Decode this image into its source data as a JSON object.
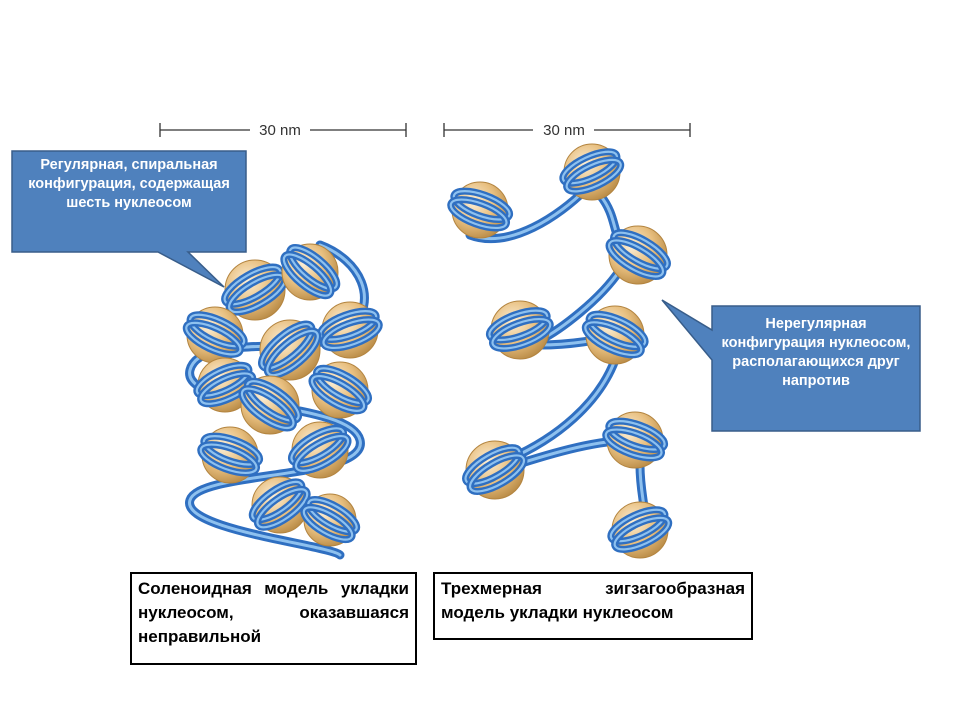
{
  "scale_bars": {
    "left": "30 nm",
    "right": "30 nm"
  },
  "callouts": {
    "regular_label": "Регулярная, спиральная конфигурация, содержащая шесть нуклеосом",
    "irregular_label": "Нерегулярная конфигурация нуклеосом, располагающихся друг напротив"
  },
  "captions": {
    "solenoid": "Соленоидная модель укладки нуклеосом, оказавшаяся неправильной",
    "zigzag": "Трехмерная зигзагообразная модель укладки нуклеосом"
  },
  "colors": {
    "callout_fill": "#4f81bd",
    "callout_border": "#385d8a",
    "dna_dark": "#2f6fc1",
    "dna_light": "#8ec1ef",
    "nucleosome_light": "#f9e6c3",
    "nucleosome_dark": "#c9984c"
  }
}
